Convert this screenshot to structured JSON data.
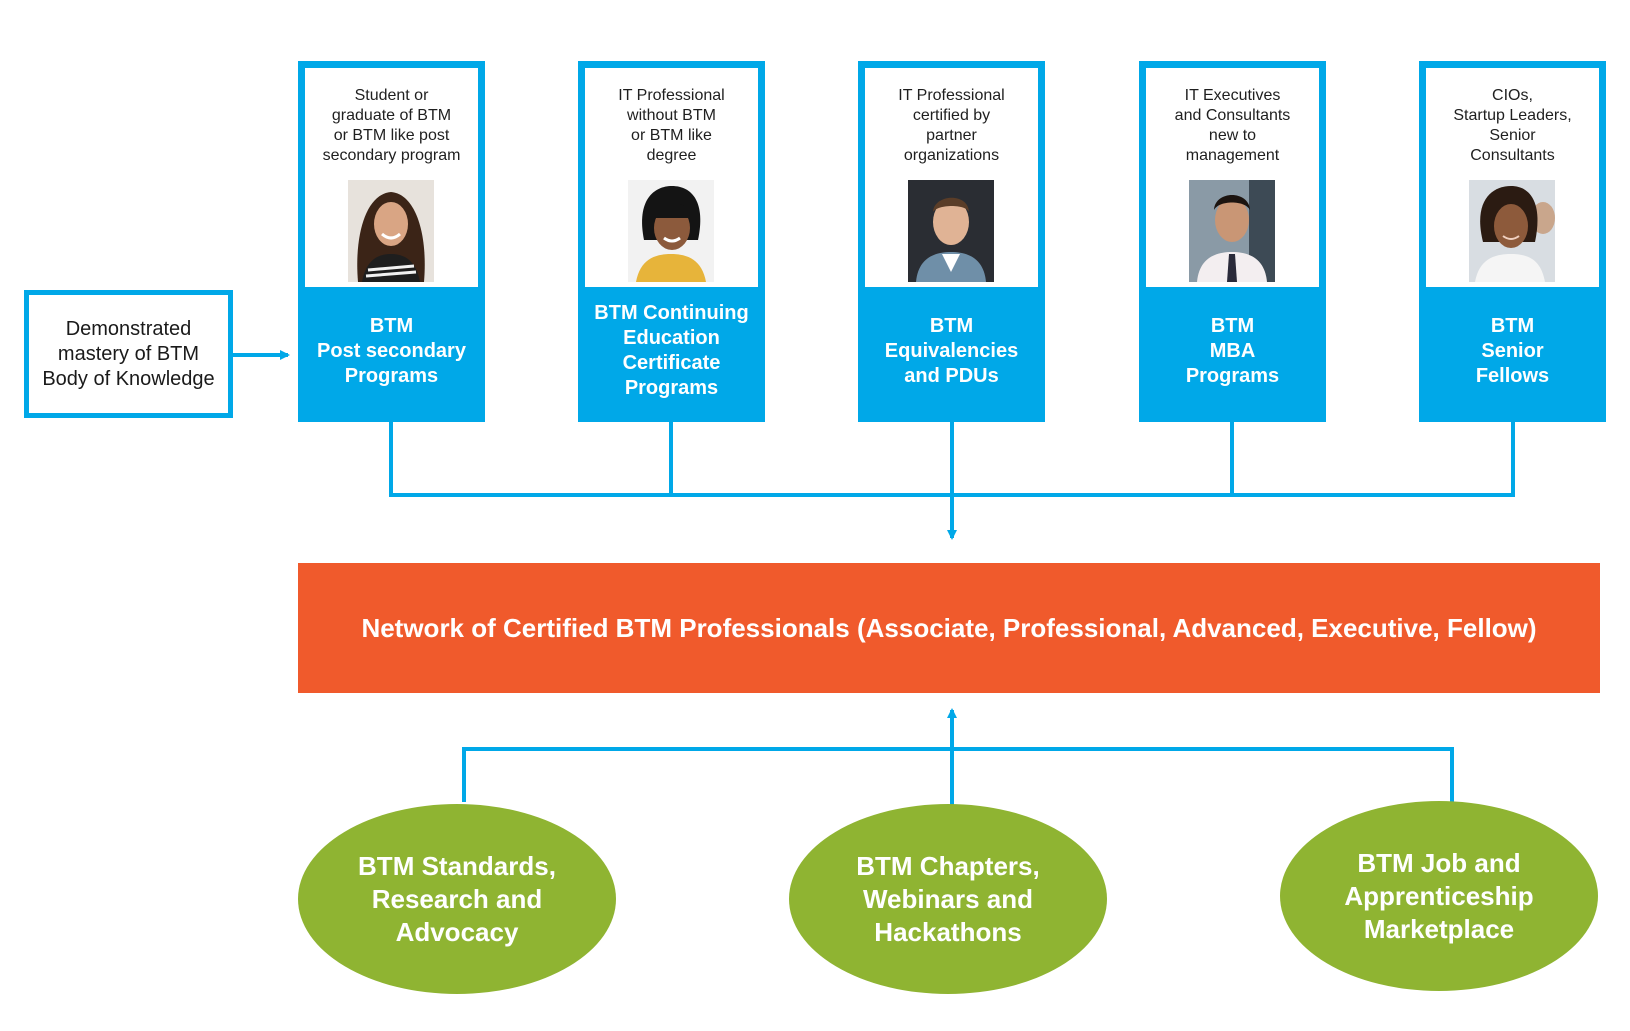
{
  "colors": {
    "blue": "#00a8e8",
    "orange": "#f05a2c",
    "green": "#8fb432",
    "text": "#1f1f1f"
  },
  "source": {
    "text": "Demonstrated\nmastery of BTM\nBody of Knowledge"
  },
  "pathways": [
    {
      "description": "Student or\ngraduate of BTM\nor BTM like post\nsecondary program",
      "title": "BTM\nPost secondary\nPrograms",
      "photo_icon": "woman-long-hair-photo-icon"
    },
    {
      "description": "IT Professional\nwithout BTM\nor BTM like\ndegree",
      "title": "BTM Continuing\nEducation\nCertificate\nPrograms",
      "photo_icon": "woman-short-hair-photo-icon"
    },
    {
      "description": "IT Professional\ncertified by\npartner\norganizations",
      "title": "BTM\nEquivalencies\nand PDUs",
      "photo_icon": "man-suit-photo-icon"
    },
    {
      "description": "IT Executives\nand Consultants\nnew to\nmanagement",
      "title": "BTM\nMBA\nPrograms",
      "photo_icon": "man-tie-photo-icon"
    },
    {
      "description": "CIOs,\nStartup Leaders,\nSenior\nConsultants",
      "title": "BTM\nSenior\nFellows",
      "photo_icon": "woman-curly-hair-photo-icon"
    }
  ],
  "network": {
    "text": "Network of Certified BTM Professionals (Associate, Professional, Advanced, Executive, Fellow)"
  },
  "supports": [
    {
      "text": "BTM Standards,\nResearch and\nAdvocacy"
    },
    {
      "text": "BTM Chapters,\nWebinars and\nHackathons"
    },
    {
      "text": "BTM Job and\nApprenticeship\nMarketplace"
    }
  ]
}
